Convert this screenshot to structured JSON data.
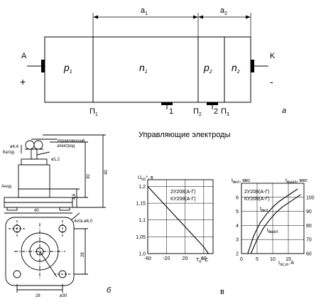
{
  "structure": {
    "layer_p1": "p",
    "layer_p1_sub": "1",
    "layer_n1": "n",
    "layer_n1_sub": "1",
    "layer_p2": "p",
    "layer_p2_sub": "2",
    "layer_n2": "n",
    "layer_n2_sub": "2",
    "dim_a1": "a",
    "dim_a1_sub": "1",
    "dim_a2": "a",
    "dim_a2_sub": "2",
    "anode_letter": "A",
    "anode_sign": "+",
    "cathode_letter": "K",
    "cathode_sign": "-",
    "junction1": "П",
    "junction1_sub": "1",
    "junction2": "П",
    "junction2_sub": "2",
    "junction3": "П",
    "junction3_sub": "3",
    "electrode1": "1",
    "electrode2": "2",
    "panel_label": "а",
    "caption": "Управляющие электроды"
  },
  "package": {
    "dim_diameter": "ø4,4",
    "label_control": "Управляющий",
    "label_control2": "электрод",
    "label_cathode": "Катод",
    "label_anode": "Анод",
    "dim_lead": "ø1,2",
    "dim_30": "30",
    "dim_40": "40",
    "dim_4_6": "4,6",
    "dim_40_base": "40",
    "dim_holes": "4отв.ø6,0",
    "dim_28_right": "28",
    "dim_28_bottom": "28",
    "dim_circle": "ø30",
    "panel_label": "б"
  },
  "chart_left": {
    "ylabel": "U",
    "ylabel_sub": "ос",
    "ylabel_unit": "*, в",
    "title_line1": "2У208(А-Г)",
    "title_line2": "КУ208(А-Г)",
    "xlabel": "T",
    "xlabel_sub": "п",
    "xlabel_unit": "° С",
    "yticks": [
      "1,2",
      "1,15",
      "1,1",
      "1,05",
      "1,0"
    ],
    "xticks": [
      "-60",
      "-20",
      "20",
      "60"
    ]
  },
  "chart_right": {
    "ylabel_left": "t",
    "ylabel_left_sub": "вкл",
    "ylabel_left_unit": ", мкс",
    "ylabel_right": "t",
    "ylabel_right_sub": "выкл",
    "ylabel_right_unit": ", мкс",
    "title_line1": "2У208(А-Г)",
    "title_line2": "КУ208(А-Г)",
    "xlabel": "I",
    "xlabel_sub": "ос,и",
    "xlabel_unit": ", А",
    "curve_on": "t",
    "curve_on_sub": "вкл",
    "curve_off": "t",
    "curve_off_sub": "выкл",
    "yticks_left": [
      "6",
      "5",
      "4",
      "3",
      "2"
    ],
    "yticks_right": [
      "100",
      "90",
      "80",
      "70",
      "60"
    ],
    "xticks": [
      "0",
      "5",
      "10",
      "15"
    ]
  },
  "panel_label_charts": "в",
  "chart_data": [
    {
      "type": "line",
      "title": "2У208(А-Г) КУ208(А-Г)",
      "xlabel": "Tп, ° С",
      "ylabel": "Uос*, в",
      "xlim": [
        -60,
        80
      ],
      "ylim": [
        1.0,
        1.22
      ],
      "series": [
        {
          "x": [
            -60,
            -40,
            -20,
            0,
            20,
            40,
            60,
            70
          ],
          "y": [
            1.2,
            1.17,
            1.14,
            1.11,
            1.08,
            1.05,
            1.02,
            1.0
          ]
        }
      ]
    },
    {
      "type": "line",
      "title": "2У208(А-Г) КУ208(А-Г)",
      "xlabel": "Iос,и, А",
      "ylabel": "tвкл, мкс",
      "ylabel_right": "tвыкл, мкс",
      "xlim": [
        0,
        20
      ],
      "ylim": [
        2,
        7
      ],
      "ylim_right": [
        60,
        110
      ],
      "series": [
        {
          "name": "tвкл",
          "x": [
            2,
            4,
            6,
            8,
            10,
            12,
            14,
            16,
            18
          ],
          "y": [
            2.0,
            3.3,
            4.2,
            4.8,
            5.3,
            5.7,
            6.0,
            6.3,
            6.6
          ]
        },
        {
          "name": "tвыкл",
          "x": [
            3,
            5,
            7,
            9,
            11,
            13,
            15,
            17,
            19
          ],
          "y": [
            60,
            70,
            78,
            84,
            89,
            93,
            96,
            99,
            102
          ]
        }
      ]
    }
  ]
}
